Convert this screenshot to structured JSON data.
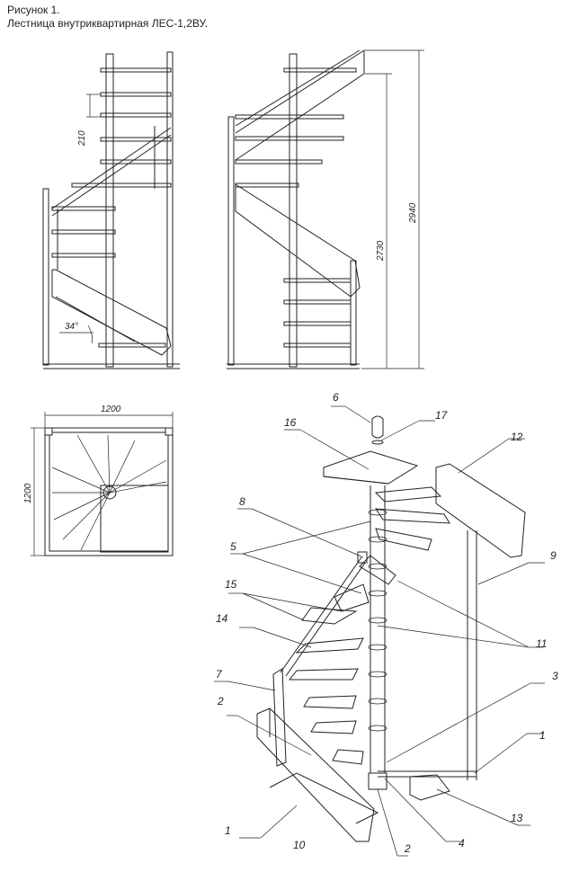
{
  "figure": {
    "label": "Рисунок 1.",
    "caption": "Лестница внутриквартирная ЛЕС-1,2ВУ."
  },
  "dimensions": {
    "step_spacing": "210",
    "angle": "34°",
    "height_total": "2940",
    "height_inner": "2730",
    "plan_width": "1200",
    "plan_depth": "1200"
  },
  "callouts": [
    "1",
    "1",
    "2",
    "2",
    "3",
    "4",
    "5",
    "6",
    "7",
    "8",
    "9",
    "10",
    "11",
    "12",
    "13",
    "14",
    "15",
    "16",
    "17"
  ]
}
